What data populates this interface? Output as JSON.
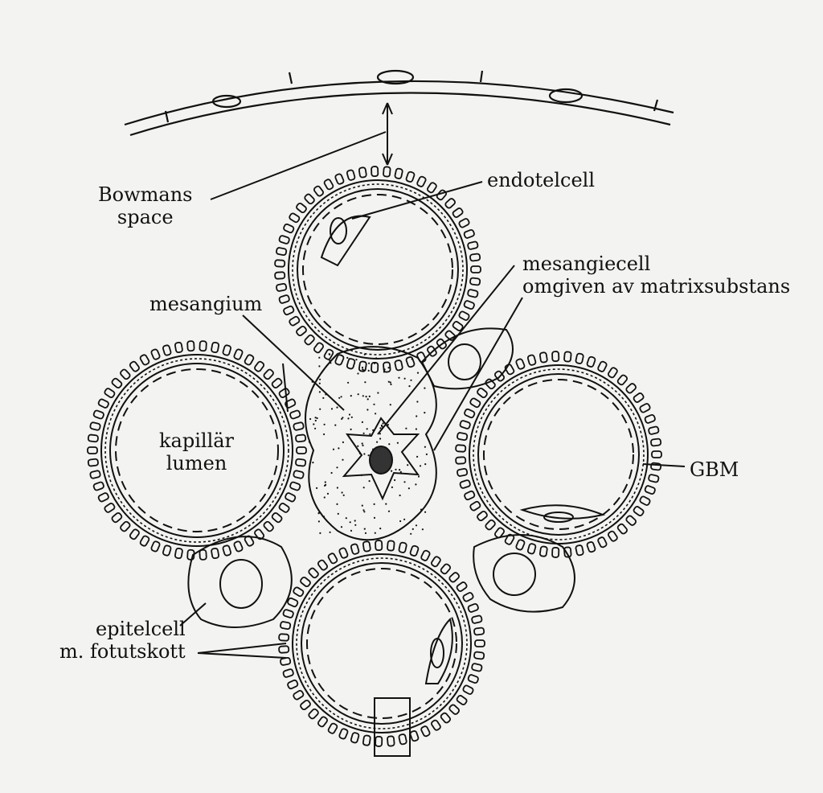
{
  "labels": {
    "bowmans_line1": "Bowmans",
    "bowmans_line2": "space",
    "endotelcell": "endotelcell",
    "mesangiecell_line1": "mesangiecell",
    "mesangiecell_line2": "omgiven av matrixsubstans",
    "mesangium": "mesangium",
    "kapillar_line1": "kapillär",
    "kapillar_line2": "lumen",
    "gbm": "GBM",
    "epitelcell_line1": "epitelcell",
    "epitelcell_line2": "m. fotutskott"
  },
  "colors": {
    "ink": "#111111",
    "paper": "#f3f3f1"
  }
}
